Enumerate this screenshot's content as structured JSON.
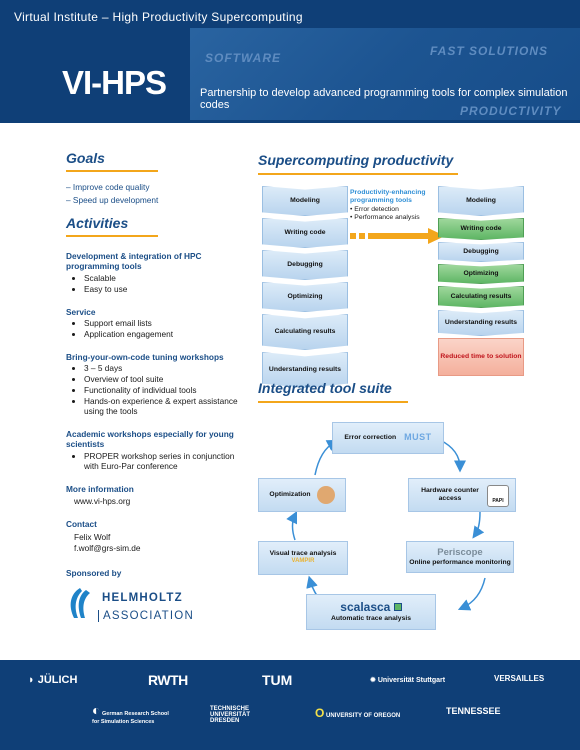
{
  "banner": {
    "topline": "Virtual Institute – High Productivity Supercomputing",
    "logo": "VI-HPS",
    "tagline": "Partnership to develop advanced programming tools for complex simulation codes",
    "ghost_software": "SOFTWARE",
    "ghost_fast": "FAST SOLUTIONS",
    "ghost_productivity": "PRODUCTIVITY"
  },
  "goals": {
    "title": "Goals",
    "items": [
      "Improve code quality",
      "Speed up development"
    ]
  },
  "activities": {
    "title": "Activities",
    "sections": [
      {
        "title": "Development & integration of HPC programming tools",
        "bullets": [
          "Scalable",
          "Easy to use"
        ]
      },
      {
        "title": "Service",
        "bullets": [
          "Support email lists",
          "Application engagement"
        ]
      },
      {
        "title": "Bring-your-own-code tuning workshops",
        "bullets": [
          "3 – 5 days",
          "Overview of tool suite",
          "Functionality of individual tools",
          "Hands-on experience & expert assistance using the tools"
        ]
      },
      {
        "title": "Academic workshops especially for young scientists",
        "bullets": [
          "PROPER workshop series in conjunction with Euro-Par conference"
        ]
      }
    ],
    "more_info": {
      "title": "More information",
      "value": "www.vi-hps.org"
    },
    "contact": {
      "title": "Contact",
      "name": "Felix Wolf",
      "email": "f.wolf@grs-sim.de"
    },
    "sponsor": {
      "title": "Sponsored by",
      "name": "HELMHOLTZ",
      "assoc": "ASSOCIATION"
    }
  },
  "productivity": {
    "title": "Supercomputing productivity",
    "left_steps": [
      "Modeling",
      "Writing code",
      "Debugging",
      "Optimizing",
      "Calculating results",
      "Understanding results"
    ],
    "tools_title": "Productivity-enhancing programming tools",
    "tools_items": [
      "Error detection",
      "Performance analysis"
    ],
    "right_steps": [
      "Modeling",
      "Writing code",
      "Debugging",
      "Optimizing",
      "Calculating results",
      "Understanding results"
    ],
    "right_outcome": "Reduced time to solution"
  },
  "suite": {
    "title": "Integrated tool suite",
    "error_correction": "Error correction",
    "must": "MUST",
    "hw_counter": "Hardware counter access",
    "papi": "PAPI",
    "periscope": "Periscope",
    "online_monitoring": "Online performance monitoring",
    "scalasca": "scalasca",
    "auto_trace": "Automatic trace analysis",
    "visual_trace": "Visual trace analysis",
    "vampir": "VAMPIR",
    "optimization": "Optimization"
  },
  "footer": {
    "julich": "JÜLICH",
    "rwth": "RWTH",
    "tum": "TUM",
    "stuttgart": "Universität Stuttgart",
    "versailles": "VERSAILLES",
    "grs": "German Research School for Simulation Sciences",
    "tu_dresden": "TECHNISCHE UNIVERSITÄT DRESDEN",
    "oregon": "UNIVERSITY OF OREGON",
    "tennessee": "TENNESSEE"
  },
  "colors": {
    "brand_blue": "#0f3f77",
    "accent_orange": "#f3a61b",
    "green": "#5fb665",
    "outcome_red": "#c0141c"
  }
}
